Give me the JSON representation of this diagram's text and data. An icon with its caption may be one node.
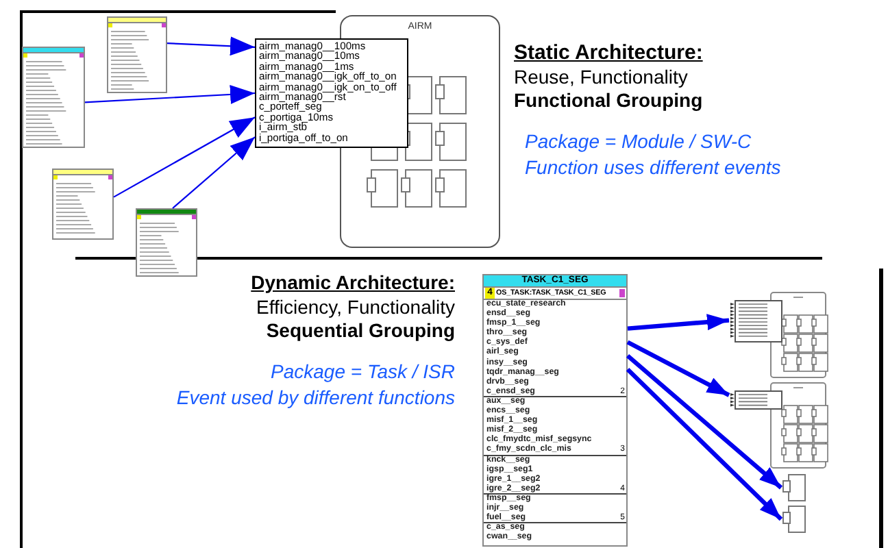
{
  "diagram": {
    "nodes": [
      {
        "text": [],
        "shape": "picture"
      },
      {
        "text": [],
        "shape": "picture"
      },
      {
        "text": [],
        "shape": "picture"
      },
      {
        "text": [],
        "shape": "picture"
      },
      {
        "text": [
          "AIRM"
        ]
      },
      {
        "text": [
          "airm_manag0__100ms",
          "airm_manag0__10ms",
          "airm_manag0__1ms",
          "airm_manag0__igk_off_to_on",
          "airm_manag0__igk_on_to_off",
          "airm_manag0__rst",
          "c_porteff_seg",
          "c_portiga_10ms",
          "i_airm_stb",
          "i_portiga_off_to_on"
        ]
      },
      {
        "text": [
          "TASK_C1_SEG",
          "4",
          "OS_TASK:TASK_TASK_C1_SEG",
          "ecu_state_research",
          "ensd__seg",
          "fmsp_1__seg",
          "thro__seg",
          "c_sys_def",
          "airl_seg",
          "insy__seg",
          "tqdr_manag__seg",
          "drvb__seg",
          "c_ensd_seg",
          "2",
          "aux__seg",
          "encs__seg",
          "misf_1__seg",
          "misf_2__seg",
          "clc_fmydtc_misf_segsync",
          "c_fmy_scdn_clc_mis",
          "3",
          "knck__seg",
          "igsp__seg1",
          "igre_1__seg2",
          "igre_2__seg2",
          "4",
          "fmsp__seg",
          "injr__seg",
          "fuel__seg",
          "5",
          "c_as_seg",
          "cwan__seg"
        ]
      },
      {
        "text": [],
        "shape": "picture"
      },
      {
        "text": [],
        "shape": "picture"
      },
      {
        "text": [],
        "shape": "box"
      },
      {
        "text": [],
        "shape": "box"
      }
    ],
    "edges": [
      {
        "from": 0,
        "to": 5,
        "arrow": "to"
      },
      {
        "from": 1,
        "to": 5,
        "arrow": "to"
      },
      {
        "from": 2,
        "to": 5,
        "arrow": "to"
      },
      {
        "from": 3,
        "to": 5,
        "arrow": "to"
      },
      {
        "from": 6,
        "to": 7,
        "arrow": "to",
        "style": "thick"
      },
      {
        "from": 6,
        "to": 8,
        "arrow": "to",
        "style": "thick"
      },
      {
        "from": 6,
        "to": 9,
        "arrow": "to",
        "style": "thick"
      },
      {
        "from": 6,
        "to": 10,
        "arrow": "to",
        "style": "thick"
      }
    ],
    "labels": [
      "Static Architecture:",
      "Reuse, Functionality",
      "Functional Grouping",
      "Package = Module / SW-C",
      "Function uses different events",
      "Dynamic Architecture:",
      "Efficiency, Functionality",
      "Sequential Grouping",
      "Package = Task / ISR",
      "Event used by different functions"
    ]
  }
}
